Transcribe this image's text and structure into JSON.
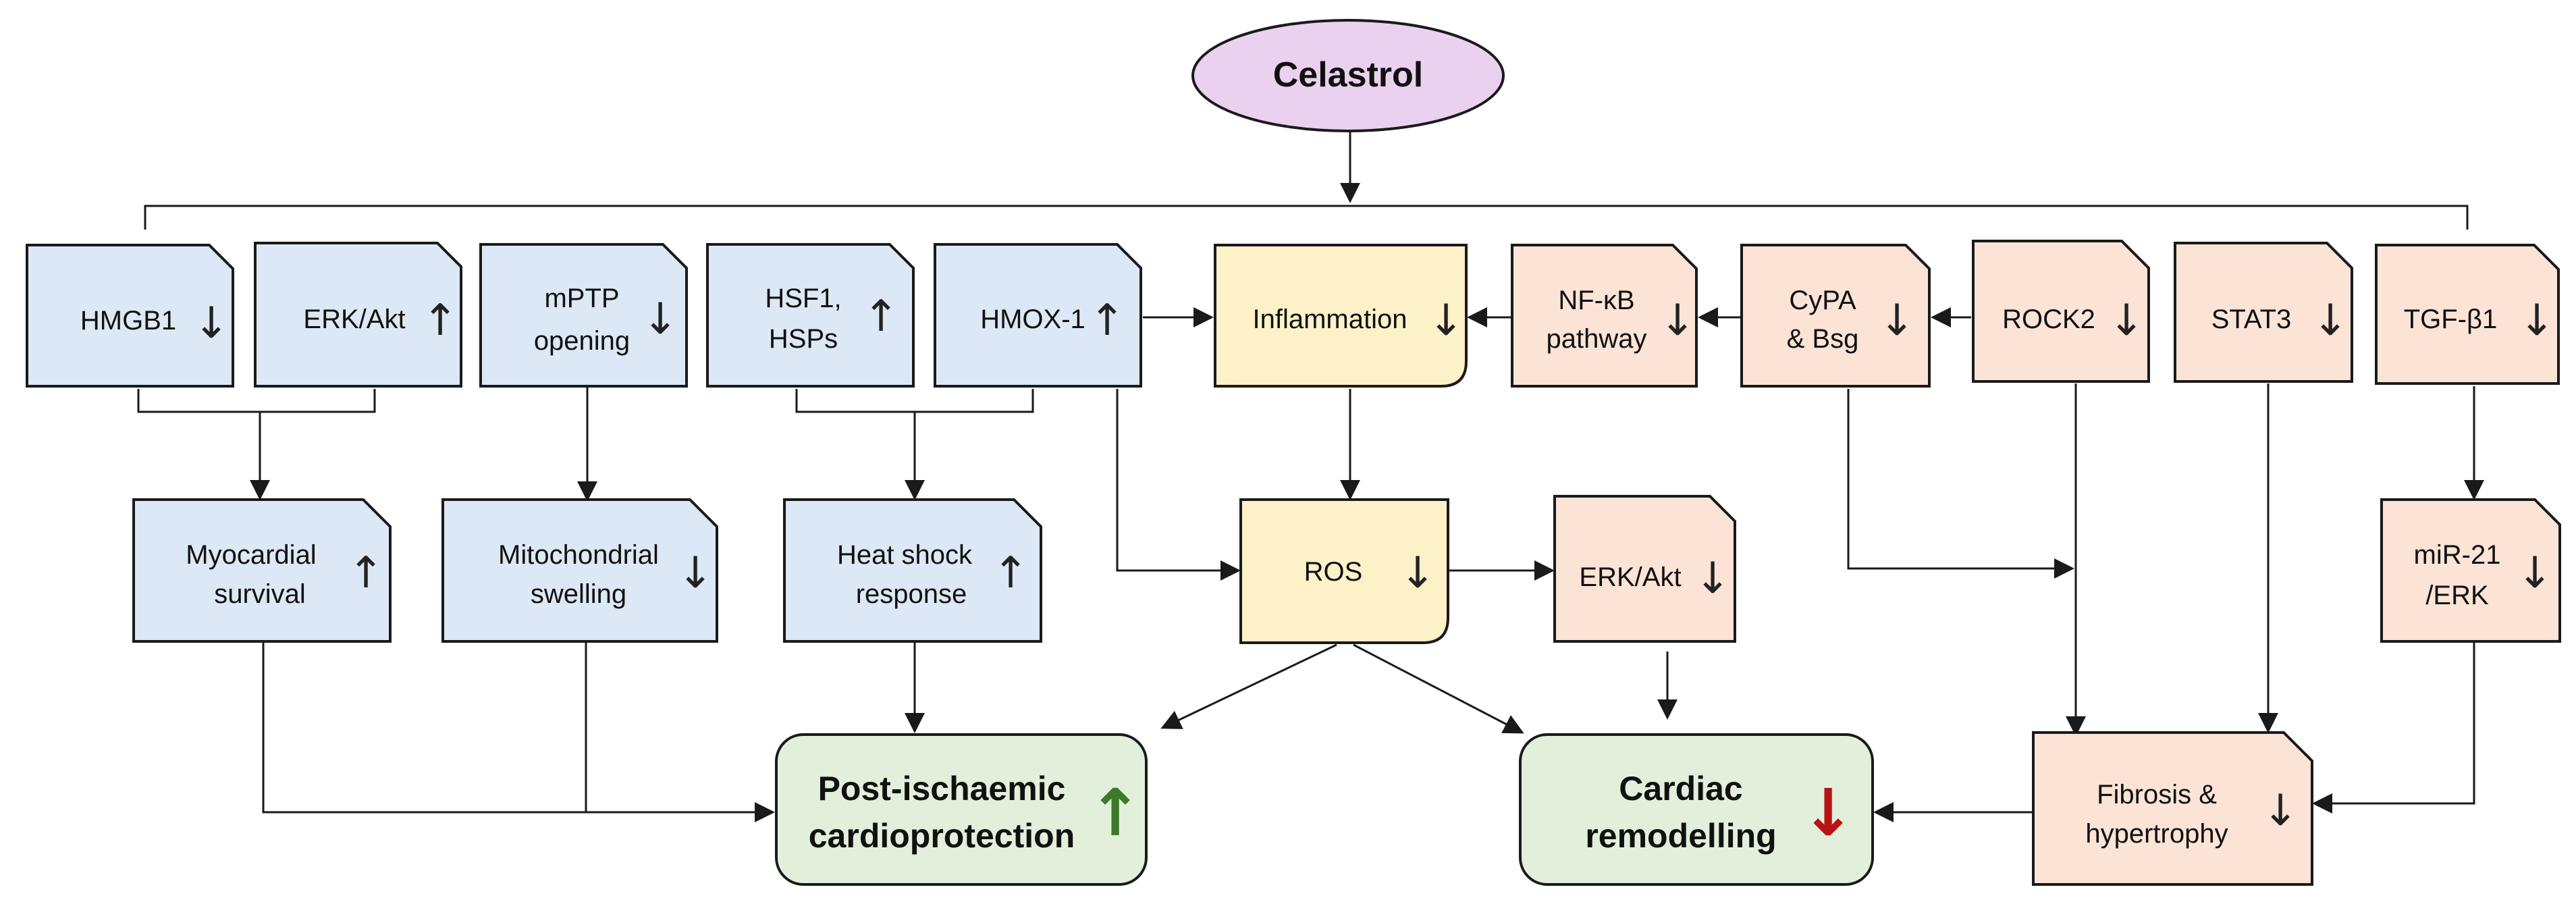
{
  "title": "Celastrol",
  "colors": {
    "blue_fill": "#dce8f5",
    "peach_fill": "#fbe3d6",
    "yellow_fill": "#fdf1c8",
    "green_fill": "#e2efda",
    "ellipse_fill": "#ead1f0",
    "up_green": "#3c7a2a",
    "down_red": "#b81414",
    "stroke": "#1a1a1a"
  },
  "nodes": {
    "hmgb1": {
      "label": "HMGB1",
      "arrow": "↓"
    },
    "erk_akt_up": {
      "label": "ERK/Akt",
      "arrow": "↑"
    },
    "mptp": {
      "line1": "mPTP",
      "line2": "opening",
      "arrow": "↓"
    },
    "hsf1": {
      "line1": "HSF1,",
      "line2": "HSPs",
      "arrow": "↑"
    },
    "hmox1": {
      "label": "HMOX-1",
      "arrow": "↑"
    },
    "inflammation": {
      "label": "Inflammation",
      "arrow": "↓"
    },
    "nfkb": {
      "line1": "NF-κB",
      "line2": "pathway",
      "arrow": "↓"
    },
    "cypa": {
      "line1": "CyPA",
      "line2": "& Bsg",
      "arrow": "↓"
    },
    "rock2": {
      "label": "ROCK2",
      "arrow": "↓"
    },
    "stat3": {
      "label": "STAT3",
      "arrow": "↓"
    },
    "tgfb1": {
      "label": "TGF-β1",
      "arrow": "↓"
    },
    "myocardial": {
      "line1": "Myocardial",
      "line2": "survival",
      "arrow": "↑"
    },
    "mitochondrial": {
      "line1": "Mitochondrial",
      "line2": "swelling",
      "arrow": "↓"
    },
    "heatshock": {
      "line1": "Heat shock",
      "line2": "response",
      "arrow": "↑"
    },
    "ros": {
      "label": "ROS",
      "arrow": "↓"
    },
    "erk_akt_down": {
      "label": "ERK/Akt",
      "arrow": "↓"
    },
    "mir21": {
      "line1": "miR-21",
      "line2": "/ERK",
      "arrow": "↓"
    },
    "cardioprotection": {
      "line1": "Post-ischaemic",
      "line2": "cardioprotection",
      "arrow": "↑"
    },
    "remodelling": {
      "line1": "Cardiac",
      "line2": "remodelling",
      "arrow": "↓"
    },
    "fibrosis": {
      "line1": "Fibrosis &",
      "line2": "hypertrophy",
      "arrow": "↓"
    }
  }
}
